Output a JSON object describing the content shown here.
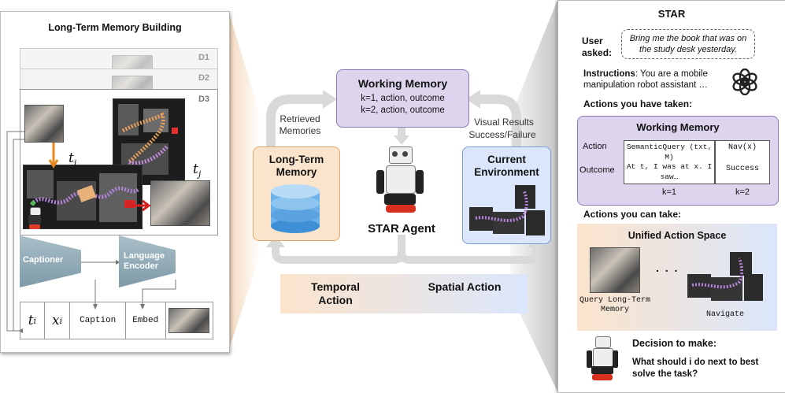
{
  "left_panel": {
    "title": "Long-Term Memory Building",
    "days": [
      "D1",
      "D2",
      "D3"
    ],
    "time_labels": {
      "ti": "t",
      "ti_sub": "i",
      "tj": "t",
      "tj_sub": "j"
    },
    "captioner": "Captioner",
    "language_encoder": "Language Encoder",
    "table": {
      "t": "t",
      "t_sub": "i",
      "x": "x",
      "x_sub": "i",
      "caption": "Caption",
      "embed": "Embed"
    }
  },
  "center": {
    "working_memory": {
      "title": "Working Memory",
      "line1": "k=1, action, outcome",
      "line2": "k=2, action, outcome"
    },
    "retrieved_memories": "Retrieved Memories",
    "visual_results": "Visual Results",
    "success_failure": "Success/Failure",
    "long_term_memory": "Long-Term Memory",
    "current_environment": "Current Environment",
    "agent_label": "STAR Agent",
    "temporal_action": "Temporal Action",
    "spatial_action": "Spatial Action"
  },
  "right_panel": {
    "title": "STAR",
    "user_asked_label": "User asked:",
    "user_query": "Bring me the book that was on the study desk yesterday.",
    "instructions_label": "Instructions",
    "instructions_text": ": You are a mobile manipulation robot assistant …",
    "actions_taken": "Actions you have taken:",
    "wm_title": "Working Memory",
    "row_action": "Action",
    "row_outcome": "Outcome",
    "k1_action": "SemanticQuery (txt, M)",
    "k1_outcome": "At t, I was at x. I saw…",
    "k2_action": "Nav(x)",
    "k2_outcome": "Success",
    "k1": "k=1",
    "k2": "k=2",
    "actions_can_take": "Actions you can take:",
    "uas_title": "Unified Action Space",
    "ellipsis": ". . .",
    "query_ltm": "Query Long-Term Memory",
    "navigate": "Navigate",
    "decision_title": "Decision to make:",
    "decision_text": "What should i do next to best solve the task?"
  },
  "colors": {
    "orange_box": "#fbe4cc",
    "orange_border": "#e5a66a",
    "blue_box": "#dbe6fb",
    "blue_border": "#7c9bd8",
    "purple_box": "#ddd5ee",
    "purple_border": "#8a78b8",
    "trapezoid": "#90aab6"
  }
}
